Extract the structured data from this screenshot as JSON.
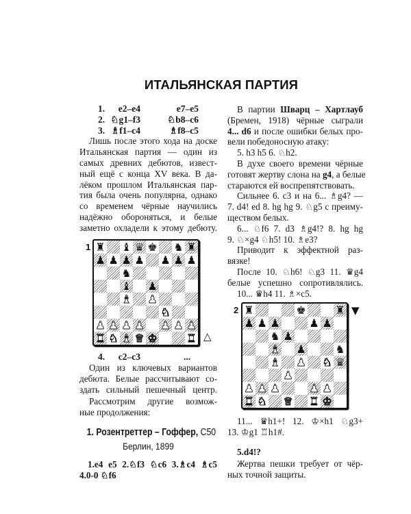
{
  "page": {
    "title": "ИТАЛЬЯНСКАЯ ПАРТИЯ"
  },
  "left": {
    "moves": [
      {
        "num": "1.",
        "white": "e2–e4",
        "black": "e7–e5"
      },
      {
        "num": "2.",
        "white": "♘g1–f3",
        "black": "♘b8–c6"
      },
      {
        "num": "3.",
        "white": "♗f1–c4",
        "black": "♗f8–c5"
      }
    ],
    "intro_lines": [
      "Лишь после этого хода на доске",
      "Итальянская партия — один из",
      "самых древних дебютов, извест-",
      "ный ещё с конца XV века. В да-",
      "лёком прошлом Итальянская пар-",
      "тия была очень популярна, однако",
      "со временем чёрные научились",
      "надёжно обороняться, и белые",
      "заметно охладели к этому дебюту."
    ],
    "diagram1": {
      "number": "1",
      "to_move_marker": "△",
      "to_move": "white",
      "position": [
        "r.bqk.nr",
        "pppp.ppp",
        "..n.....",
        "..b.p...",
        "..B.P...",
        ".....N..",
        "PPPP.PPP",
        "RNBQK..R"
      ]
    },
    "move4": {
      "num": "4.",
      "white": "c2–c3",
      "black": "..."
    },
    "para2_lines": [
      "Один из ключевых вариантов",
      "дебюта. Белые рассчитывают со-",
      "здать сильный пешечный центр."
    ],
    "para3_lines": [
      "Рассмотрим другие возмож-",
      "ные продолжения:"
    ],
    "game": {
      "number": "1.",
      "players": "Розентреттер – Гоффер,",
      "eco": "C50",
      "place": "Берлин, 1899",
      "moves_lines": [
        "1.e4 e5 2.♘f3 ♘c6 3.♗c4 ♗c5",
        "4.0-0 ♘f6"
      ]
    }
  },
  "right": {
    "para1_lines": [
      [
        "В партии ",
        "Шварц – Хартлауб"
      ],
      "(Бремен, 1918) чёрные сыграли",
      [
        "4... d6",
        " и после ошибки белых про-"
      ],
      "вели победоносную атаку:"
    ],
    "para2_lines": [
      "5. h3 h5 6. ♘h2."
    ],
    "para3_lines": [
      "В духе своего времени чёрные",
      [
        "готовят жертву слона на ",
        "g4",
        ", а белые"
      ],
      "стараются ей воспрепятствовать."
    ],
    "para4_lines": [
      "Сильнее 6. c3 и на 6... ♗g4? —",
      "7. d4! ed 8. hg hg 9. ♘g5 с преиму-",
      "ществом белых."
    ],
    "para5_lines": [
      "6... ♘f6 7. d3 ♗g4!? 8. hg hg",
      "9. ♘×g4 ♘h5! 10. ♗e3?"
    ],
    "para6_lines": [
      "Приводит к эффектной раз-",
      "вязке!"
    ],
    "para7_lines": [
      "После 10. ♘h6! ♘g3 11. ♛g4",
      "белые успешно сопротивлялись."
    ],
    "para8_lines": [
      "10... ♛h4 11. ♗×c5."
    ],
    "diagram2": {
      "number": "2",
      "to_move_marker": "▼",
      "to_move": "black",
      "position": [
        "r...k..r",
        "ppp..pp.",
        "..np....",
        "..B.p..n",
        "..B.P.Nq",
        "...P....",
        "PPP..PP.",
        "RN.Q.RK."
      ]
    },
    "para9_lines": [
      "11... ♛h1+! 12. ♔×h1 ♘g3+",
      "13. ♔g1 ♖h1#."
    ],
    "move5": "5.d4!?",
    "para10_lines": [
      "Жертва пешки требует от чёр-",
      "ных точной защиты."
    ]
  }
}
